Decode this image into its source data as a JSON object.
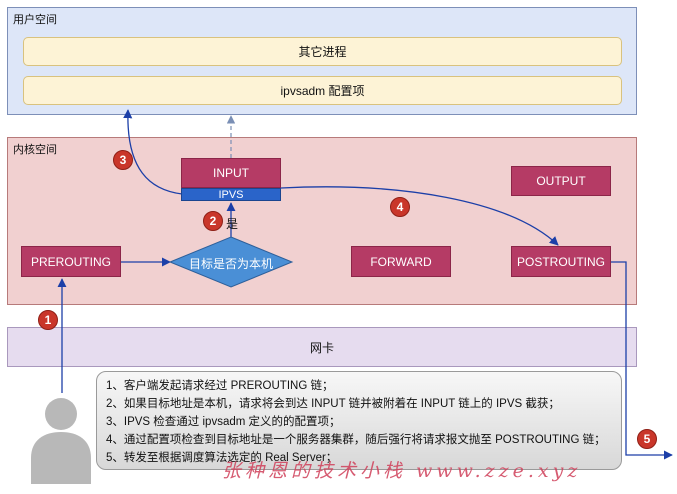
{
  "user_space": {
    "label": "用户空间",
    "processes": [
      "其它进程",
      "ipvsadm 配置项"
    ]
  },
  "kernel_space": {
    "label": "内核空间",
    "chains": {
      "input": "INPUT",
      "ipvs": "IPVS",
      "output": "OUTPUT",
      "prerouting": "PREROUTING",
      "forward": "FORWARD",
      "postrouting": "POSTROUTING"
    },
    "decision": "目标是否为本机",
    "decision_yes": "是"
  },
  "nic": {
    "label": "网卡"
  },
  "steps": [
    "1",
    "2",
    "3",
    "4",
    "5"
  ],
  "notes": [
    "1、客户端发起请求经过 PREROUTING 链；",
    "2、如果目标地址是本机，请求将会到达 INPUT 链并被附着在 INPUT 链上的 IPVS 截获；",
    "3、IPVS 检查通过 ipvsadm 定义的的配置项；",
    "4、通过配置项检查到目标地址是一个服务器集群，随后强行将请求报文抛至 POSTROUTING 链；",
    "5、转发至根据调度算法选定的 Real Server；"
  ],
  "watermark": "张种恩的技术小栈     www.zze.xyz",
  "colors": {
    "user_zone": "#dde6f8",
    "kernel_zone": "#f1d0d0",
    "nic_zone": "#e6dcef",
    "chain": "#b53b65",
    "ipvs": "#2a64c9",
    "decision": "#4a8fd6",
    "badge": "#c9362a",
    "arrow": "#1c3fa8"
  },
  "icons": {
    "client": "user-silhouette-icon"
  }
}
